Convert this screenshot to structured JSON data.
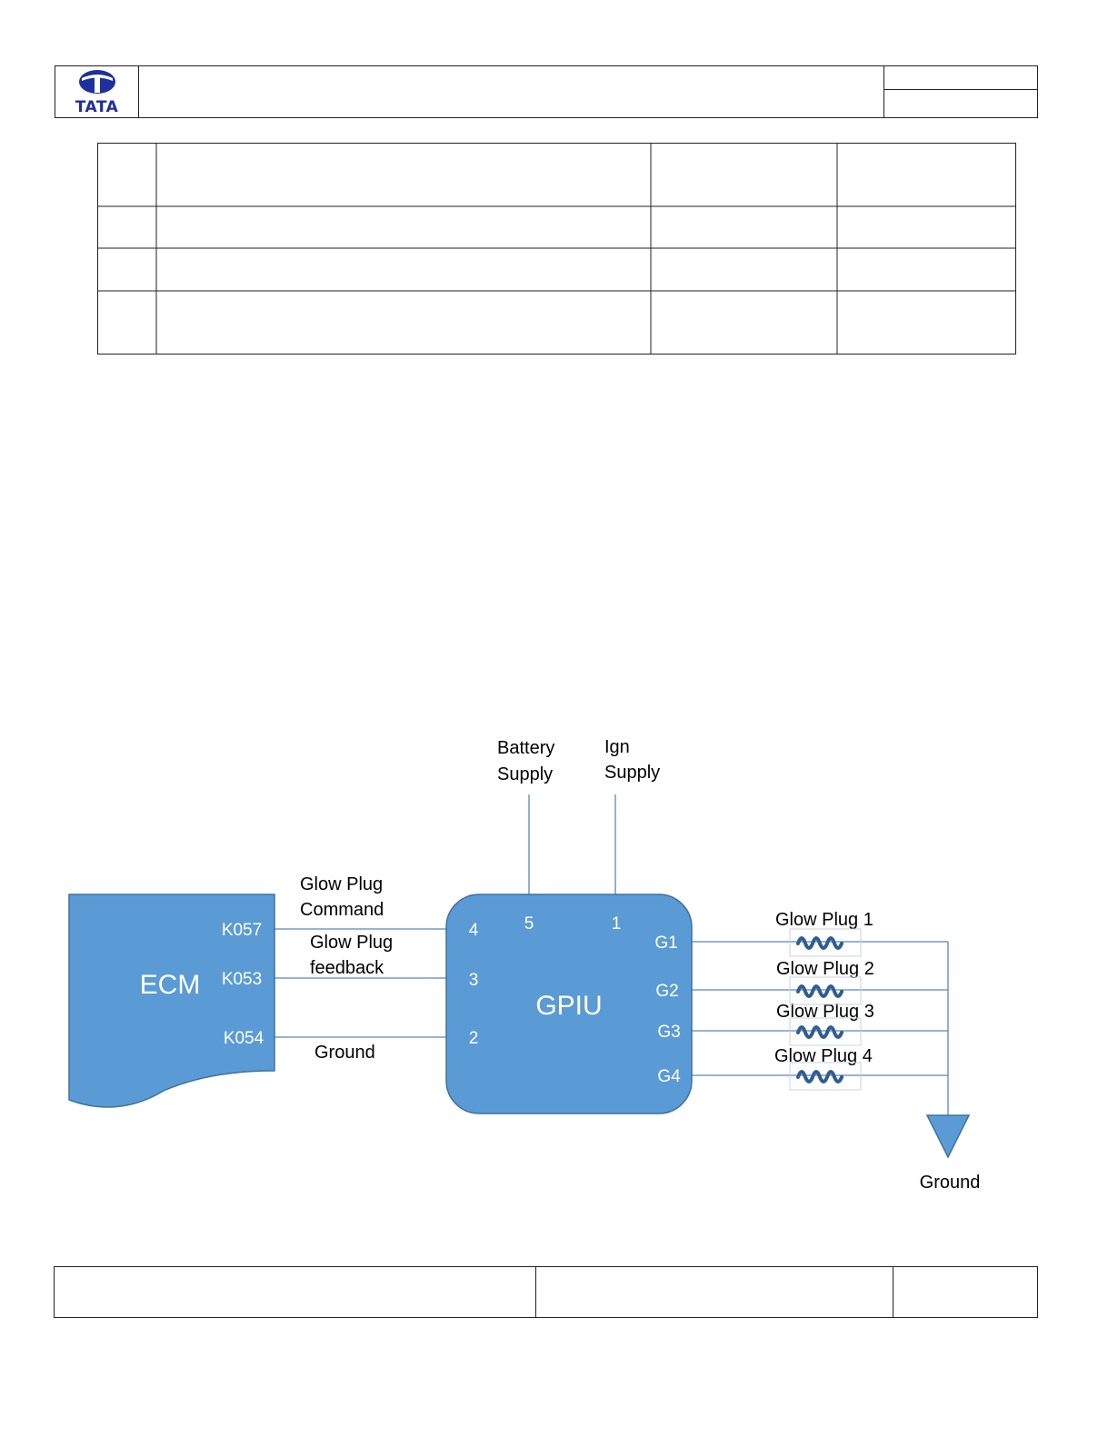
{
  "logo": {
    "text": "TATA",
    "color": "#1f2f9e"
  },
  "diagram": {
    "ecm": {
      "label": "ECM",
      "pins": [
        "K057",
        "K053",
        "K054"
      ]
    },
    "gpiu": {
      "label": "GPIU",
      "pins_left": [
        "4",
        "3",
        "2"
      ],
      "pins_top": [
        "5",
        "1"
      ],
      "pins_right": [
        "G1",
        "G2",
        "G3",
        "G4"
      ]
    },
    "signals": {
      "command_line1": "Glow Plug",
      "command_line2": "Command",
      "feedback_line1": "Glow Plug",
      "feedback_line2": "feedback",
      "ground": "Ground"
    },
    "supplies": {
      "battery_line1": "Battery",
      "battery_line2": "Supply",
      "ign_line1": "Ign",
      "ign_line2": "Supply"
    },
    "glow_plugs": [
      "Glow Plug 1",
      "Glow Plug 2",
      "Glow Plug 3",
      "Glow Plug 4"
    ],
    "ground_symbol_label": "Ground",
    "colors": {
      "block_fill": "#5b9bd5",
      "block_stroke": "#41719c",
      "wire": "#5a86b5",
      "coil": "#2f5d91",
      "text_on_block": "#ffffff"
    }
  }
}
